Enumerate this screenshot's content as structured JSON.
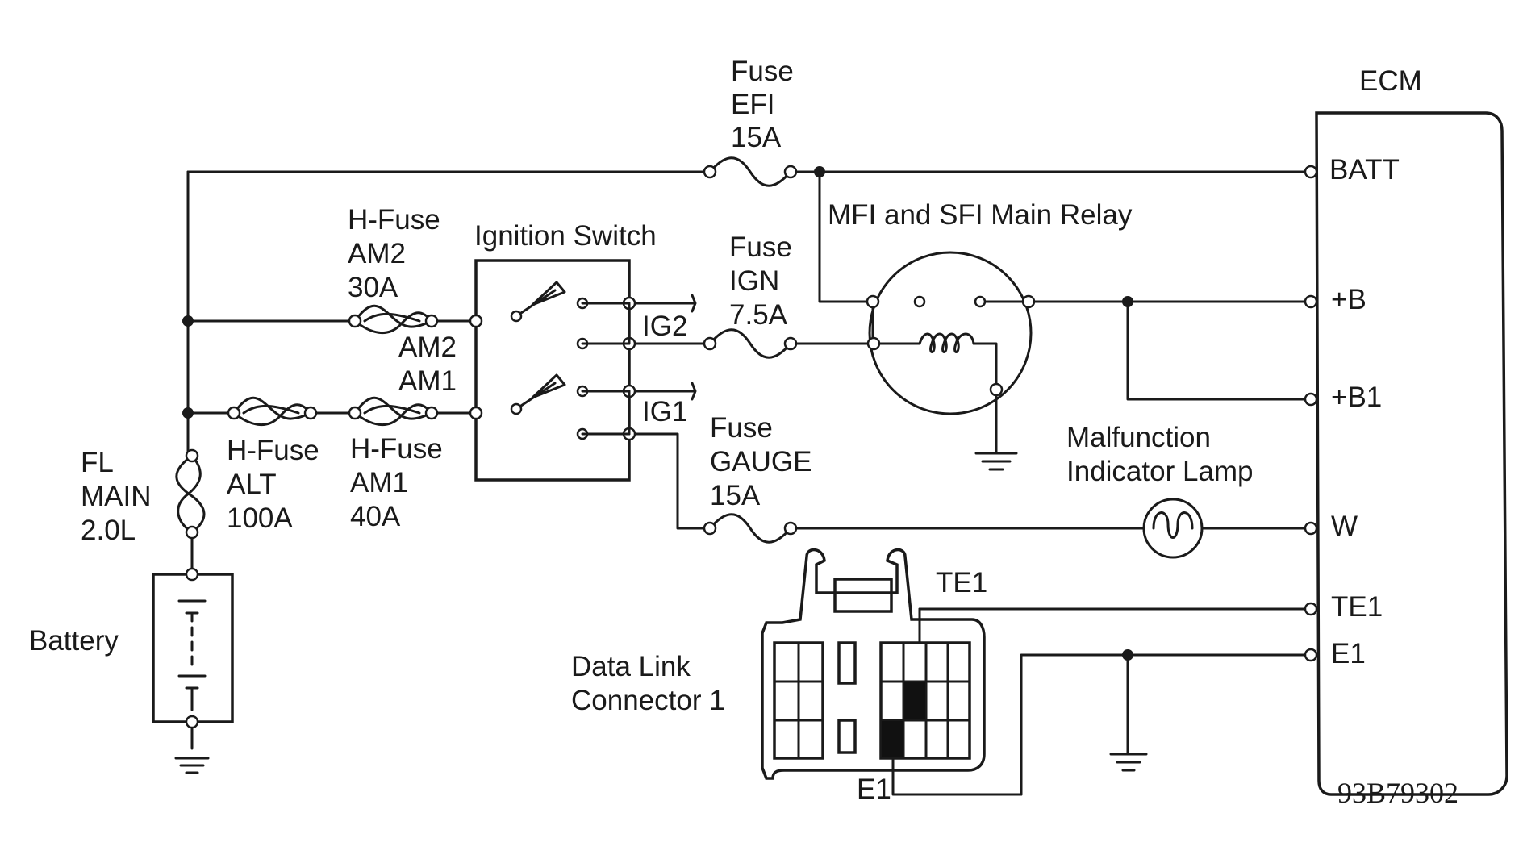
{
  "labels": {
    "ecm": "ECM",
    "batt": "BATT",
    "plus_b": "+B",
    "plus_b1": "+B1",
    "w": "W",
    "te1_ecm": "TE1",
    "e1_ecm": "E1",
    "fuse_efi": [
      "Fuse",
      "EFI",
      "15A"
    ],
    "fuse_ign": [
      "Fuse",
      "IGN",
      "7.5A"
    ],
    "fuse_gauge": [
      "Fuse",
      "GAUGE",
      "15A"
    ],
    "hfuse_am2": [
      "H-Fuse",
      "AM2",
      "30A"
    ],
    "hfuse_alt": [
      "H-Fuse",
      "ALT",
      "100A"
    ],
    "hfuse_am1": [
      "H-Fuse",
      "AM1",
      "40A"
    ],
    "fl_main": [
      "FL",
      "MAIN",
      "2.0L"
    ],
    "ignition_switch": "Ignition Switch",
    "am2": "AM2",
    "am1": "AM1",
    "ig2": "IG2",
    "ig1": "IG1",
    "main_relay": "MFI and SFI Main Relay",
    "mil": [
      "Malfunction",
      "Indicator Lamp"
    ],
    "battery": "Battery",
    "dlc": [
      "Data Link",
      "Connector 1"
    ],
    "te1_dlc": "TE1",
    "e1_dlc": "E1",
    "figure_code": "93B79302"
  }
}
